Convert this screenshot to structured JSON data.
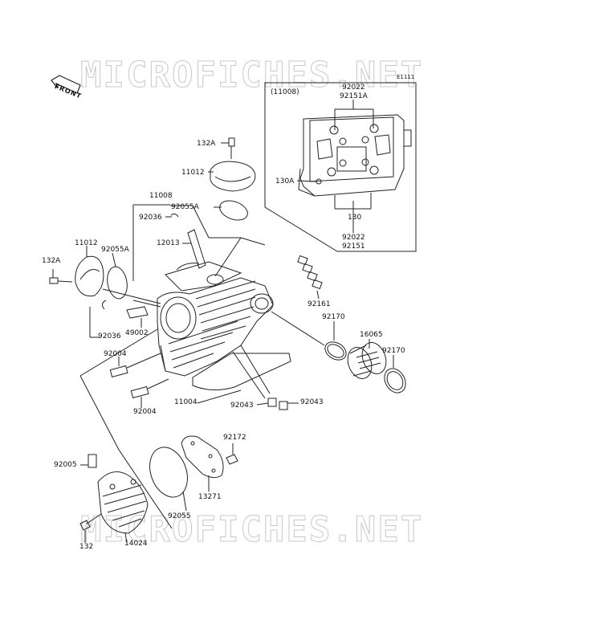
{
  "watermark_top": "MICROFICHES.NET",
  "watermark_bottom": "MICROFICHES.NET",
  "diagram_code": "E1111",
  "front_label": "FRONT",
  "inset": {
    "title": "(11008)",
    "top_labels": [
      "92022",
      "92151A"
    ],
    "side_label": "130A",
    "bottom_labels": [
      "130",
      "92022",
      "92151"
    ]
  },
  "labels": {
    "p132A_top": "132A",
    "p11012_top": "11012",
    "p11008": "11008",
    "p92055A_top": "92055A",
    "p92036_top": "92036",
    "p12013": "12013",
    "p11012_left": "11012",
    "p92055A_left": "92055A",
    "p132A_left": "132A",
    "p92161": "92161",
    "p92170_a": "92170",
    "p16065": "16065",
    "p92170_b": "92170",
    "p92036_low": "92036",
    "p49002": "49002",
    "p92004_a": "92004",
    "p92004_b": "92004",
    "p11004": "11004",
    "p92043_a": "92043",
    "p92043_b": "92043",
    "p92172": "92172",
    "p92005": "92005",
    "p13271": "13271",
    "p92055": "92055",
    "p132": "132",
    "p14024": "14024"
  }
}
